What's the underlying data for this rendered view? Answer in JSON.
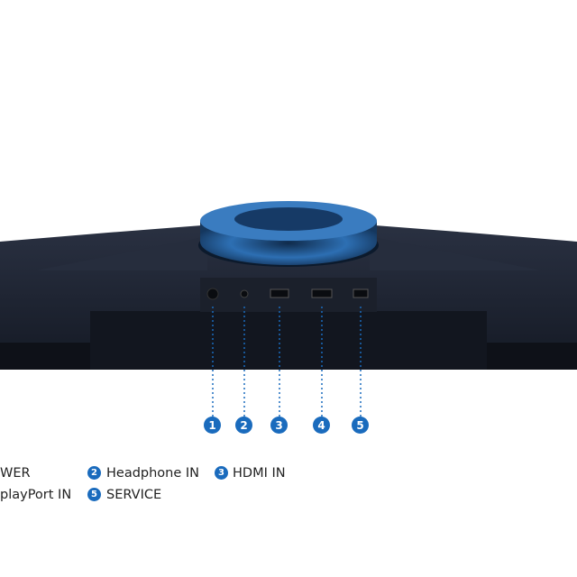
{
  "product_view": "monitor-rear-ports",
  "callouts": [
    "1",
    "2",
    "3",
    "4",
    "5"
  ],
  "legend": [
    {
      "num": "",
      "label": "WER"
    },
    {
      "num": "2",
      "label": "Headphone IN"
    },
    {
      "num": "3",
      "label": "HDMI IN"
    },
    {
      "num": "",
      "label": "playPort IN"
    },
    {
      "num": "5",
      "label": "SERVICE"
    }
  ],
  "colors": {
    "accent": "#1a6bbd",
    "body": "#1d2331",
    "stand": "#2f6fb0"
  }
}
